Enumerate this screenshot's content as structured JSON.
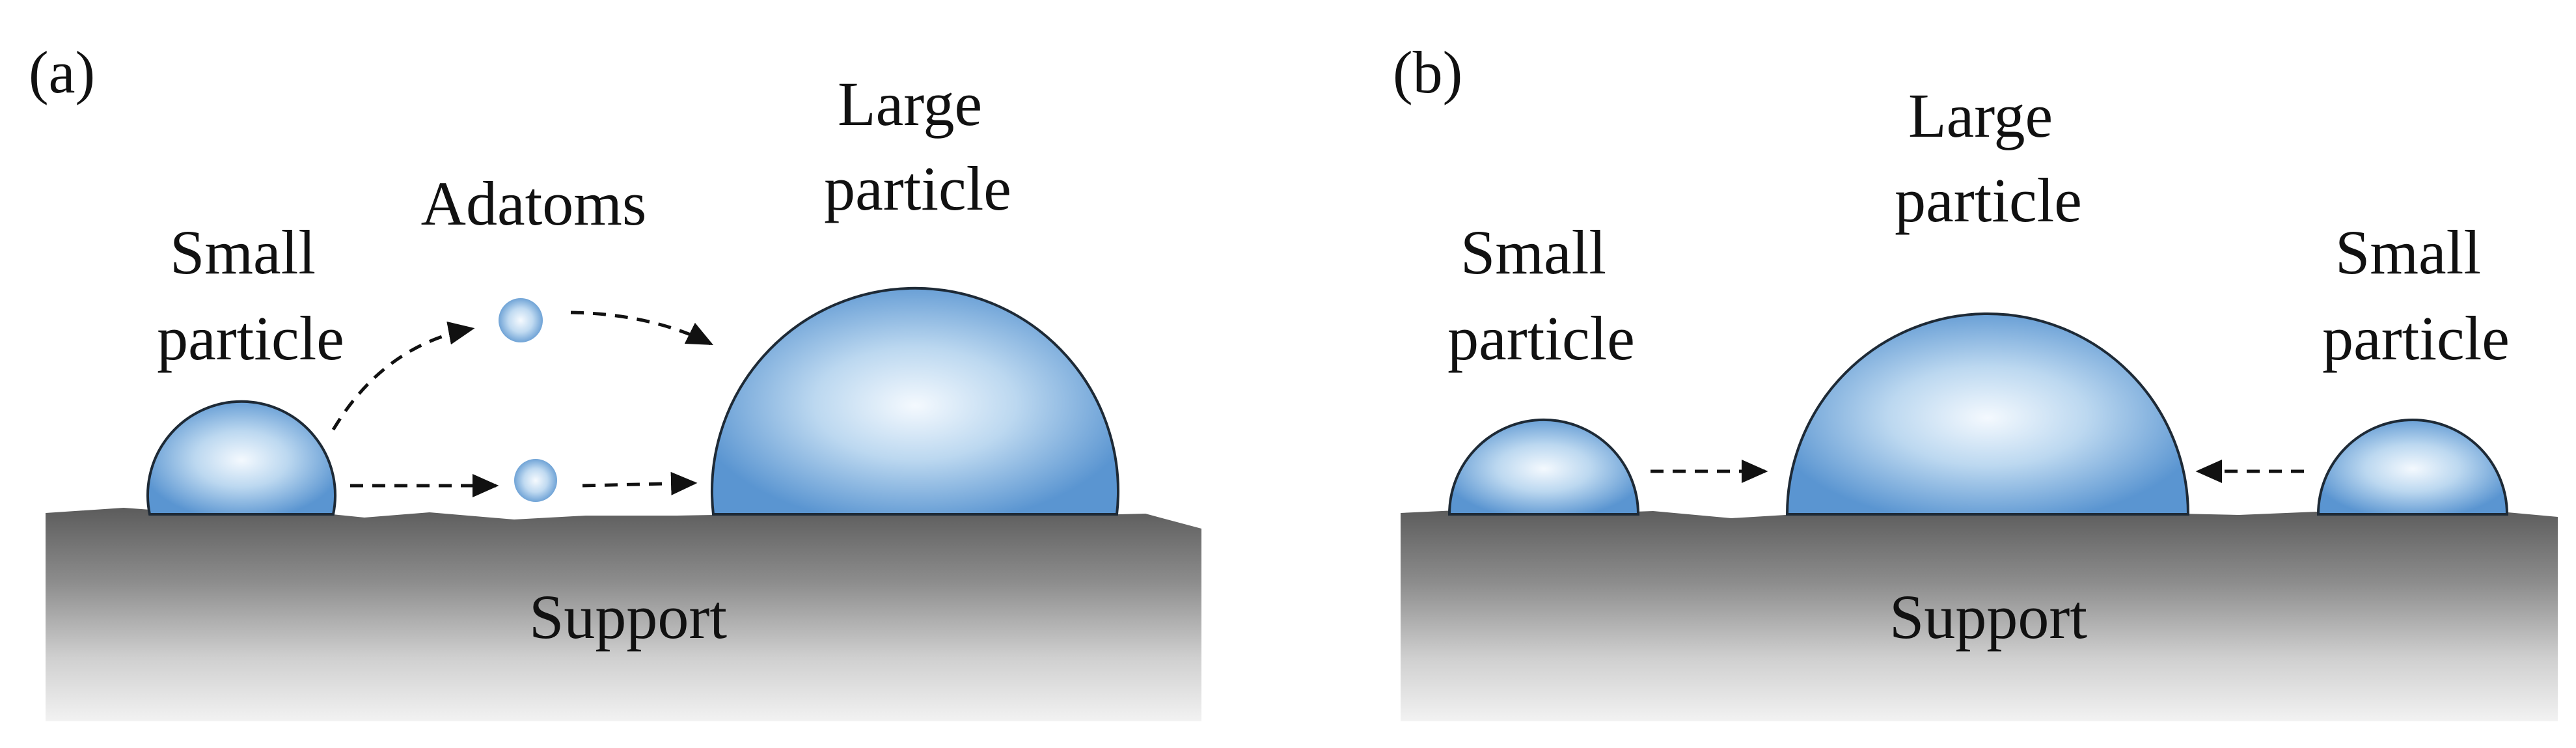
{
  "panel_a": {
    "label": "(a)",
    "small_particle_line1": "Small",
    "small_particle_line2": "particle",
    "adatoms_label": "Adatoms",
    "large_particle_line1": "Large",
    "large_particle_line2": "particle",
    "support_label": "Support"
  },
  "panel_b": {
    "label": "(b)",
    "small_left_line1": "Small",
    "small_left_line2": "particle",
    "large_particle_line1": "Large",
    "large_particle_line2": "particle",
    "small_right_line1": "Small",
    "small_right_line2": "particle",
    "support_label": "Support"
  },
  "colors": {
    "particle_center": "#f2f8fd",
    "particle_edge": "#5b96d2",
    "support_top": "#5f5f5f",
    "support_bottom": "#f0f0f0",
    "arrow": "#111111"
  }
}
